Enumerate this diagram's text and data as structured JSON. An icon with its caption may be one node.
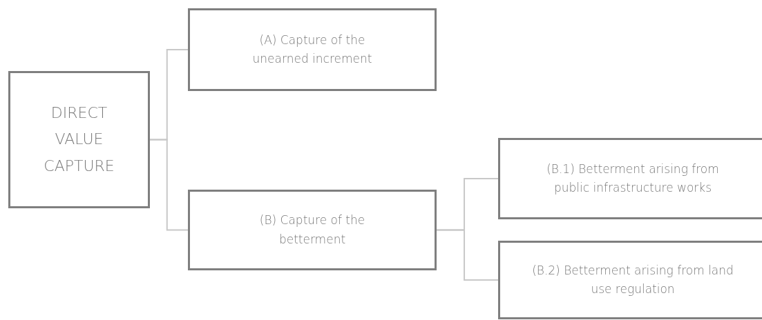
{
  "diagram": {
    "nodes": [
      {
        "text": [
          "DIRECT VALUE CAPTURE"
        ]
      },
      {
        "text": [
          "(A) Capture of the unearned increment"
        ]
      },
      {
        "text": [
          "(B) Capture of the betterment"
        ]
      },
      {
        "text": [
          "(B.1) Betterment arising from public infrastructure works"
        ]
      },
      {
        "text": [
          "(B.2) Betterment arising from land use regulation"
        ]
      }
    ],
    "edges": [
      {
        "from": 0,
        "to": 1,
        "arrow": "none"
      },
      {
        "from": 0,
        "to": 2,
        "arrow": "none"
      },
      {
        "from": 2,
        "to": 3,
        "arrow": "none"
      },
      {
        "from": 2,
        "to": 4,
        "arrow": "none"
      }
    ]
  }
}
